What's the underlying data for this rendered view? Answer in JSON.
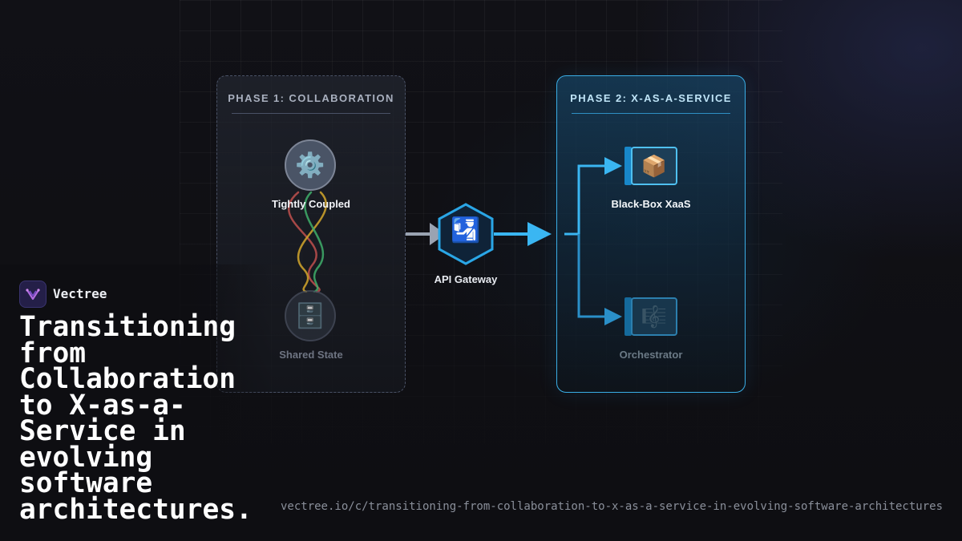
{
  "brand": {
    "name": "Vectree",
    "logo_icon": "vectree-logo-icon"
  },
  "headline": "Transitioning from Collaboration to X-as-a-Service in evolving software architectures.",
  "footer_url": "vectree.io/c/transitioning-from-collaboration-to-x-as-a-service-in-evolving-software-architectures",
  "phase1": {
    "title": "PHASE 1: COLLABORATION",
    "nodes": [
      {
        "label": "Tightly Coupled",
        "icon": "gear-icon",
        "glyph": "⚙️"
      },
      {
        "label": "Shared State",
        "icon": "file-cabinet-icon",
        "glyph": "🗄️"
      }
    ],
    "coupling_colors": [
      "#c0504d",
      "#d4a72c",
      "#3fae6a"
    ]
  },
  "gateway": {
    "label": "API Gateway",
    "icon": "passport-control-icon",
    "glyph": "🛂"
  },
  "phase2": {
    "title": "PHASE 2: X-AS-A-SERVICE",
    "nodes": [
      {
        "label": "Black-Box XaaS",
        "icon": "package-icon",
        "glyph": "📦"
      },
      {
        "label": "Orchestrator",
        "icon": "musical-score-icon",
        "glyph": "🎼"
      }
    ]
  },
  "colors": {
    "accent": "#3aaee6",
    "arrow_primary": "#3ab6f2",
    "arrow_muted": "#9aa3b2",
    "background": "#0e0e12"
  }
}
